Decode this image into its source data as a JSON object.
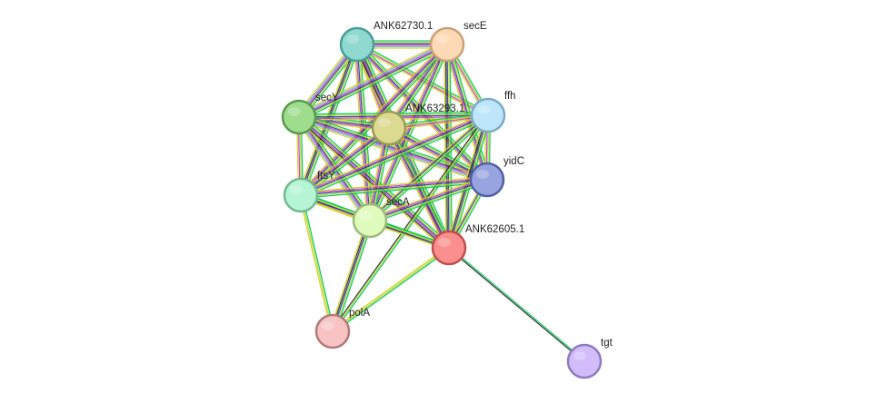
{
  "network": {
    "nodes": [
      {
        "id": "ANK62730.1",
        "label": "ANK62730.1",
        "color": "#8fd9d0",
        "border": "#4a9e96"
      },
      {
        "id": "secE",
        "label": "secE",
        "color": "#fdd9b5",
        "border": "#c9a07a"
      },
      {
        "id": "secY",
        "label": "secY",
        "color": "#9edc8e",
        "border": "#5a9a4e"
      },
      {
        "id": "ANK63293.1",
        "label": "ANK63293.1",
        "color": "#dcd990",
        "border": "#9e9a55"
      },
      {
        "id": "ffh",
        "label": "ffh",
        "color": "#bde6fb",
        "border": "#7fa9c4"
      },
      {
        "id": "yidC",
        "label": "yidC",
        "color": "#98a4e0",
        "border": "#535fa6"
      },
      {
        "id": "ftsY",
        "label": "ftsY",
        "color": "#b6f5d4",
        "border": "#74b896"
      },
      {
        "id": "secA",
        "label": "secA",
        "color": "#e0fcbc",
        "border": "#9dbb7a"
      },
      {
        "id": "ANK62605.1",
        "label": "ANK62605.1",
        "color": "#fb8f8f",
        "border": "#bf4e4e"
      },
      {
        "id": "polA",
        "label": "polA",
        "color": "#f7c3c3",
        "border": "#b07a7a"
      },
      {
        "id": "tgt",
        "label": "tgt",
        "color": "#d2bdfa",
        "border": "#8f7abd"
      }
    ],
    "evidence_colors": [
      "#00c853",
      "#b8d83a",
      "#2c3a97",
      "#c23fc6",
      "#2b2b2b",
      "#6fb4d6",
      "#d2cf1c"
    ],
    "edges": [
      [
        "ANK62730.1",
        "secE",
        [
          0,
          1,
          2,
          3,
          5,
          6
        ]
      ],
      [
        "ANK62730.1",
        "secY",
        [
          0,
          1,
          2,
          3,
          5,
          6
        ]
      ],
      [
        "ANK62730.1",
        "ANK63293.1",
        [
          0,
          1,
          2,
          3,
          6
        ]
      ],
      [
        "ANK62730.1",
        "ffh",
        [
          0,
          1,
          3,
          6
        ]
      ],
      [
        "ANK62730.1",
        "yidC",
        [
          0,
          1,
          2,
          3,
          6
        ]
      ],
      [
        "ANK62730.1",
        "ftsY",
        [
          0,
          1,
          2,
          4,
          6
        ]
      ],
      [
        "ANK62730.1",
        "secA",
        [
          0,
          1,
          2,
          3,
          6
        ]
      ],
      [
        "ANK62730.1",
        "ANK62605.1",
        [
          0,
          1,
          2,
          3,
          4,
          6
        ]
      ],
      [
        "secE",
        "secY",
        [
          0,
          1,
          2,
          3,
          5,
          6
        ]
      ],
      [
        "secE",
        "ANK63293.1",
        [
          0,
          1,
          2,
          3,
          6
        ]
      ],
      [
        "secE",
        "ffh",
        [
          0,
          1,
          3,
          6
        ]
      ],
      [
        "secE",
        "yidC",
        [
          0,
          1,
          2,
          3,
          6
        ]
      ],
      [
        "secE",
        "ftsY",
        [
          0,
          1,
          2,
          3,
          6
        ]
      ],
      [
        "secE",
        "secA",
        [
          0,
          1,
          2,
          3,
          6
        ]
      ],
      [
        "secE",
        "ANK62605.1",
        [
          0,
          1,
          2,
          4,
          6
        ]
      ],
      [
        "secY",
        "ANK63293.1",
        [
          0,
          1,
          2,
          3,
          6
        ]
      ],
      [
        "secY",
        "ffh",
        [
          0,
          1,
          2,
          3,
          6
        ]
      ],
      [
        "secY",
        "yidC",
        [
          0,
          1,
          2,
          3,
          5,
          6
        ]
      ],
      [
        "secY",
        "ftsY",
        [
          0,
          1,
          3,
          6
        ]
      ],
      [
        "secY",
        "secA",
        [
          0,
          1,
          2,
          3,
          5,
          6
        ]
      ],
      [
        "secY",
        "ANK62605.1",
        [
          0,
          1,
          2,
          3,
          4,
          6
        ]
      ],
      [
        "ANK63293.1",
        "ffh",
        [
          0,
          1,
          3,
          6
        ]
      ],
      [
        "ANK63293.1",
        "yidC",
        [
          0,
          1,
          2,
          3,
          6
        ]
      ],
      [
        "ANK63293.1",
        "ftsY",
        [
          0,
          1,
          2,
          3,
          6
        ]
      ],
      [
        "ANK63293.1",
        "secA",
        [
          0,
          1,
          2,
          3,
          6
        ]
      ],
      [
        "ANK63293.1",
        "ANK62605.1",
        [
          0,
          1,
          2,
          3,
          6
        ]
      ],
      [
        "ffh",
        "yidC",
        [
          0,
          1,
          3,
          6
        ]
      ],
      [
        "ffh",
        "ftsY",
        [
          0,
          1,
          2,
          3,
          6
        ]
      ],
      [
        "ffh",
        "secA",
        [
          0,
          1,
          2,
          6
        ]
      ],
      [
        "ffh",
        "ANK62605.1",
        [
          0,
          1,
          2,
          4,
          6
        ]
      ],
      [
        "ffh",
        "polA",
        [
          0,
          1,
          4
        ]
      ],
      [
        "yidC",
        "ftsY",
        [
          0,
          1,
          2,
          3,
          6
        ]
      ],
      [
        "yidC",
        "secA",
        [
          0,
          1,
          2,
          3,
          6
        ]
      ],
      [
        "yidC",
        "ANK62605.1",
        [
          0,
          1,
          2,
          6
        ]
      ],
      [
        "ftsY",
        "secA",
        [
          0,
          1,
          2,
          3,
          6
        ]
      ],
      [
        "ftsY",
        "ANK62605.1",
        [
          0,
          1,
          2,
          6
        ]
      ],
      [
        "ftsY",
        "polA",
        [
          0,
          1,
          6
        ]
      ],
      [
        "secA",
        "ANK62605.1",
        [
          0,
          1,
          2,
          6
        ]
      ],
      [
        "secA",
        "polA",
        [
          0,
          1,
          2,
          4,
          6
        ]
      ],
      [
        "ANK62605.1",
        "polA",
        [
          0,
          1,
          6
        ]
      ],
      [
        "ANK62605.1",
        "tgt",
        [
          0,
          4
        ]
      ]
    ]
  }
}
